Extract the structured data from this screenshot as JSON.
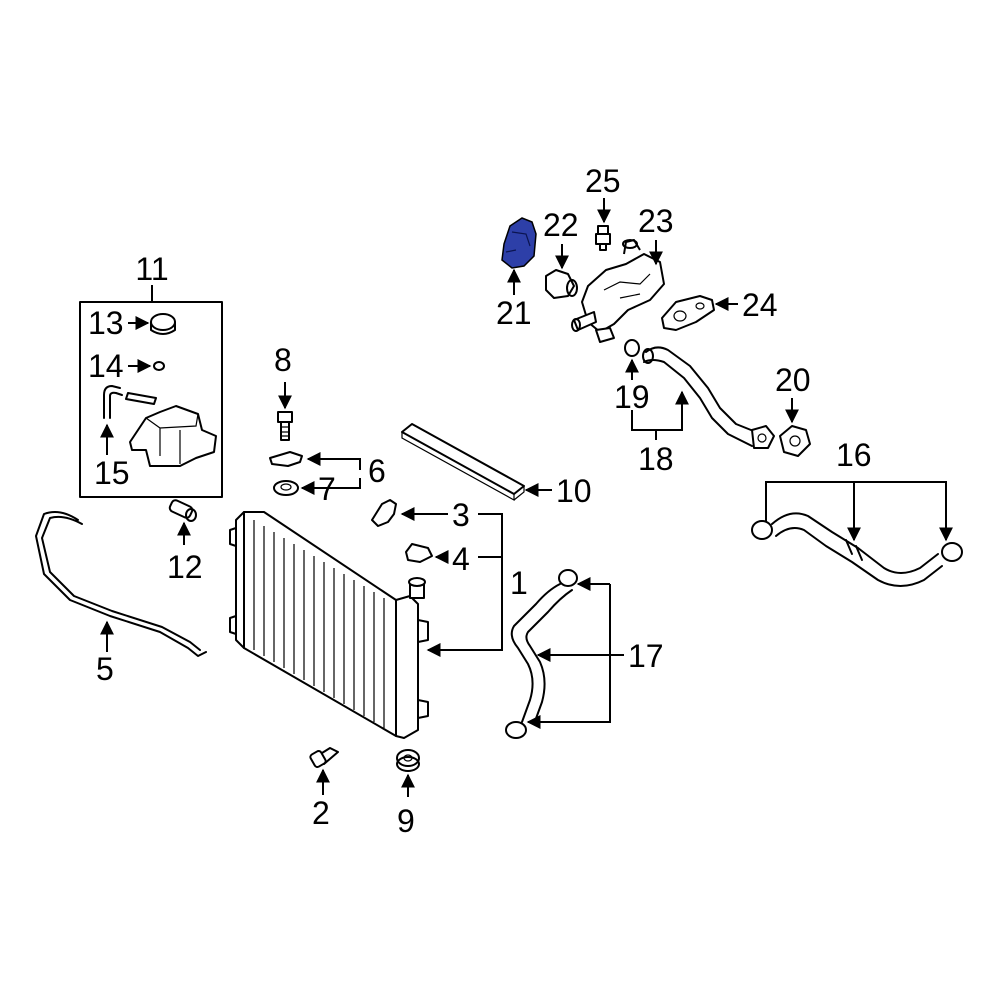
{
  "diagram": {
    "highlight_color": "#2d3fa8",
    "highlighted_part": "21",
    "callouts": {
      "c1": "1",
      "c2": "2",
      "c3": "3",
      "c4": "4",
      "c5": "5",
      "c6": "6",
      "c7": "7",
      "c8": "8",
      "c9": "9",
      "c10": "10",
      "c11": "11",
      "c12": "12",
      "c13": "13",
      "c14": "14",
      "c15": "15",
      "c16": "16",
      "c17": "17",
      "c18": "18",
      "c19": "19",
      "c20": "20",
      "c21": "21",
      "c22": "22",
      "c23": "23",
      "c24": "24",
      "c25": "25"
    }
  }
}
